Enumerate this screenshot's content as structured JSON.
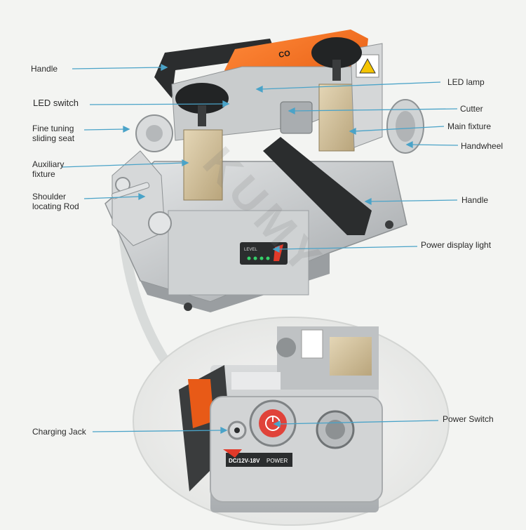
{
  "labels": {
    "handle_top": "Handle",
    "led_switch": "LED switch",
    "fine_tuning": "Fine tuning\nsliding seat",
    "auxiliary_fixture": "Auxiliary\nfixture",
    "shoulder_rod": "Shoulder\nlocating Rod",
    "led_lamp": "LED lamp",
    "cutter": "Cutter",
    "main_fixture": "Main fixture",
    "handwheel": "Handwheel",
    "handle_right": "Handle",
    "power_display_light": "Power display light",
    "charging_jack": "Charging Jack",
    "power_switch": "Power Switch"
  },
  "device_text": {
    "brand_fragment": "CO",
    "level": "LEVEL",
    "dc_rating": "DC/12V-18V",
    "power": "POWER"
  },
  "watermark": "KUMY",
  "colors": {
    "accent_orange": "#f26a1b",
    "leader_line": "#4aa3c8",
    "body_silver": "#c9cbcc",
    "dark_grip": "#2b2d2e"
  }
}
